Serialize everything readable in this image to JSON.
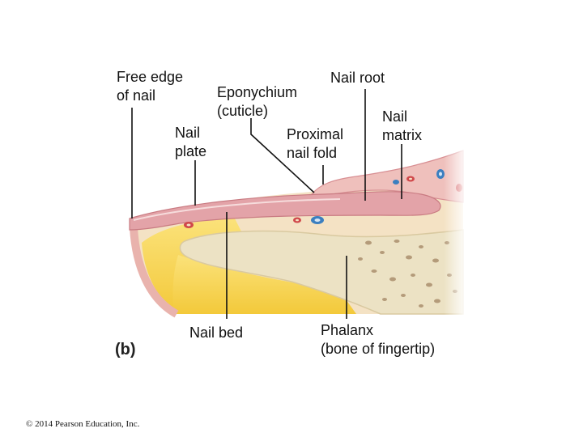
{
  "labels": {
    "free_edge": "Free edge\nof nail",
    "eponychium": "Eponychium\n(cuticle)",
    "nail_root": "Nail root",
    "nail_plate": "Nail\nplate",
    "proximal_nail_fold": "Proximal\nnail fold",
    "nail_matrix": "Nail\nmatrix",
    "nail_bed": "Nail bed",
    "phalanx": "Phalanx\n(bone of fingertip)"
  },
  "panel_letter": "(b)",
  "copyright": "© 2014 Pearson Education, Inc.",
  "colors": {
    "fat": "#f6d24a",
    "dermis": "#f4e2c4",
    "nail": "#e3a3a8",
    "epidermis": "#efc0bc",
    "bone": "#ece2c4",
    "bone_pore": "#a28462",
    "vessel_blue": "#3b7fc0",
    "vessel_red": "#d0484b"
  }
}
